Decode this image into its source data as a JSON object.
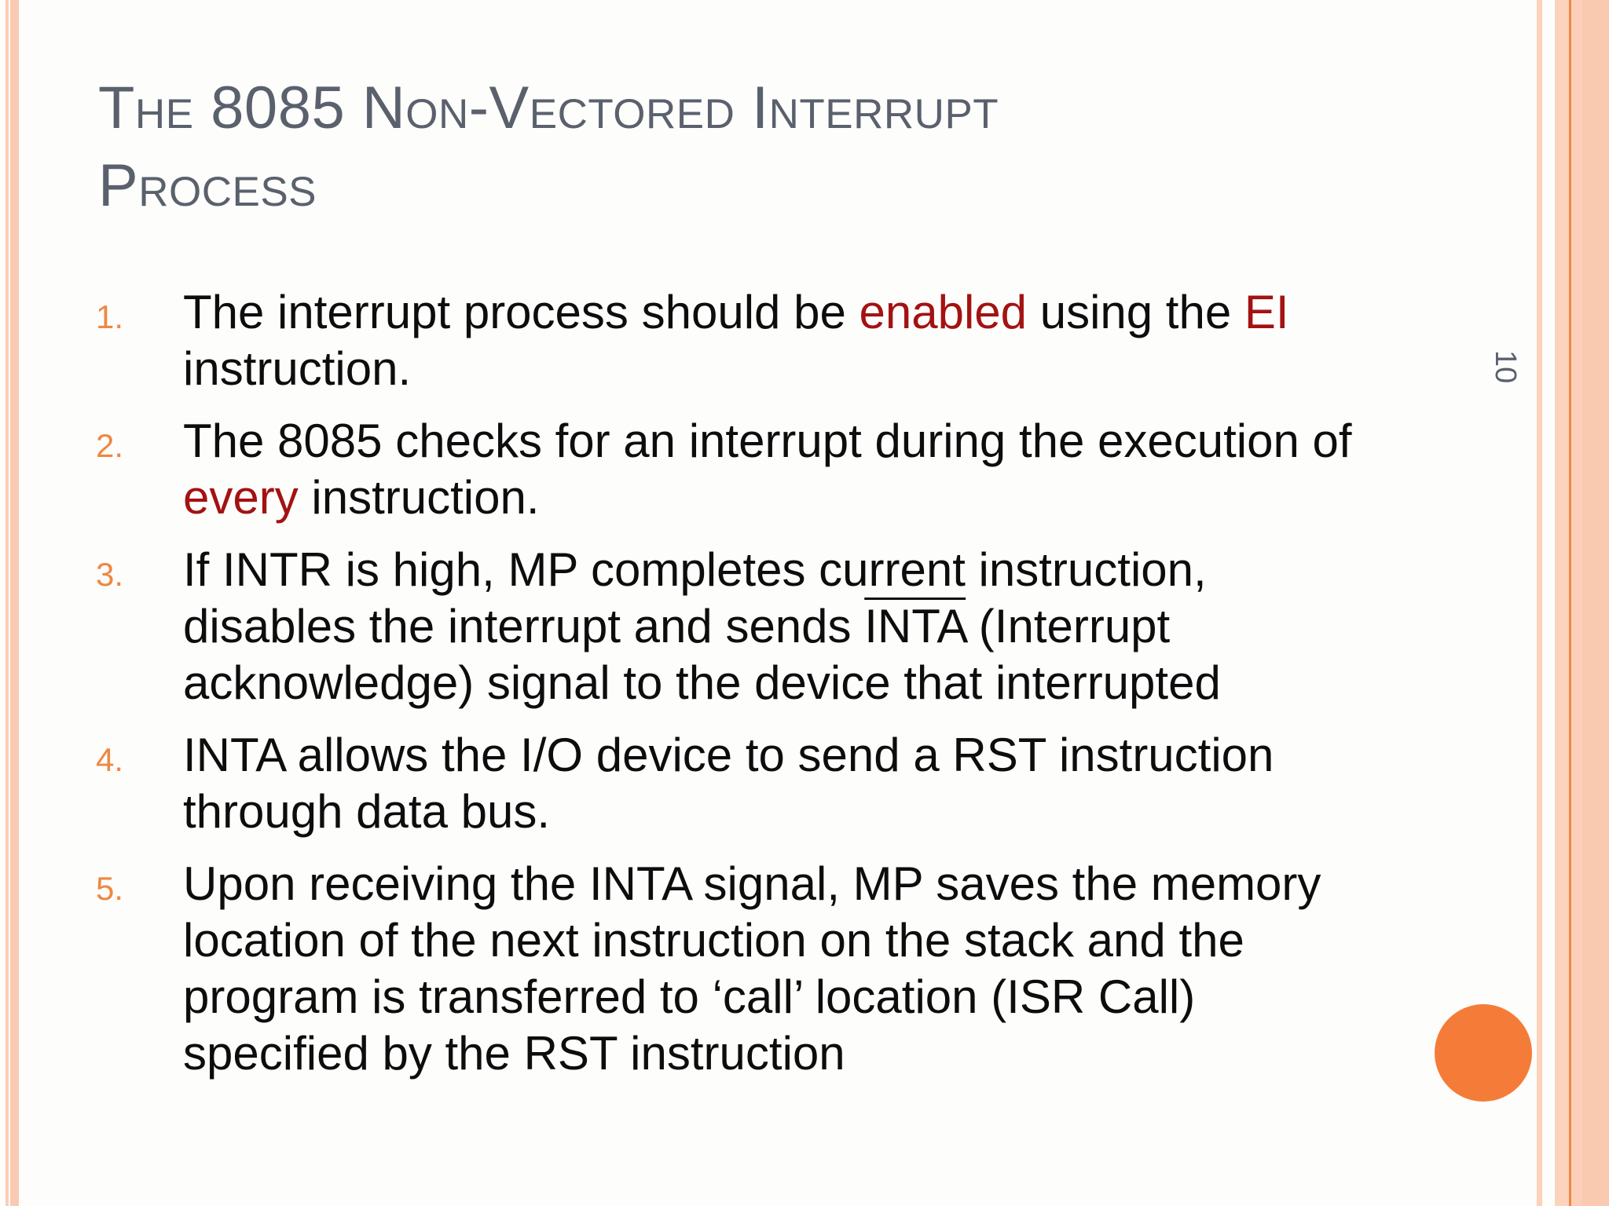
{
  "slide": {
    "title": {
      "line1": "The 8085 Non-Vectored Interrupt",
      "line2": "Process"
    },
    "page_number": "10",
    "list": {
      "items": [
        {
          "number": "1.",
          "lines": [
            [
              {
                "text": "The interrupt process should be "
              },
              {
                "text": "enabled",
                "color": "red"
              },
              {
                "text": " using the "
              },
              {
                "text": "EI",
                "color": "red"
              }
            ],
            [
              {
                "text": "instruction."
              }
            ]
          ]
        },
        {
          "number": "2.",
          "lines": [
            [
              {
                "text": "The 8085 checks for an interrupt during the execution of"
              }
            ],
            [
              {
                "text": "every",
                "color": "red"
              },
              {
                "text": " instruction."
              }
            ]
          ]
        },
        {
          "number": "3.",
          "lines": [
            [
              {
                "text": "If INTR is high, MP completes current instruction,"
              }
            ],
            [
              {
                "text": "disables the interrupt and sends "
              },
              {
                "text": "INTA",
                "overline": true
              },
              {
                "text": " (Interrupt"
              }
            ],
            [
              {
                "text": "acknowledge) signal to the device that interrupted"
              }
            ]
          ]
        },
        {
          "number": "4.",
          "lines": [
            [
              {
                "text": "INTA allows the I/O device to send a RST instruction"
              }
            ],
            [
              {
                "text": "through data bus."
              }
            ]
          ]
        },
        {
          "number": "5.",
          "lines": [
            [
              {
                "text": "Upon receiving the INTA signal, MP saves the memory"
              }
            ],
            [
              {
                "text": "location of the next instruction on the stack and the"
              }
            ],
            [
              {
                "text": "program is transferred to ‘call’ location (ISR Call)"
              }
            ],
            [
              {
                "text": "specified by the RST instruction"
              }
            ]
          ]
        }
      ]
    },
    "colors": {
      "title_gray": "#5a616d",
      "body_text": "#0d0d0d",
      "emphasis_red": "#a31212",
      "number_orange": "#ef8742",
      "accent_circle_orange": "#f57c38",
      "border_salmon": "#fbd0b9",
      "border_orange_line": "#f2854a"
    }
  }
}
